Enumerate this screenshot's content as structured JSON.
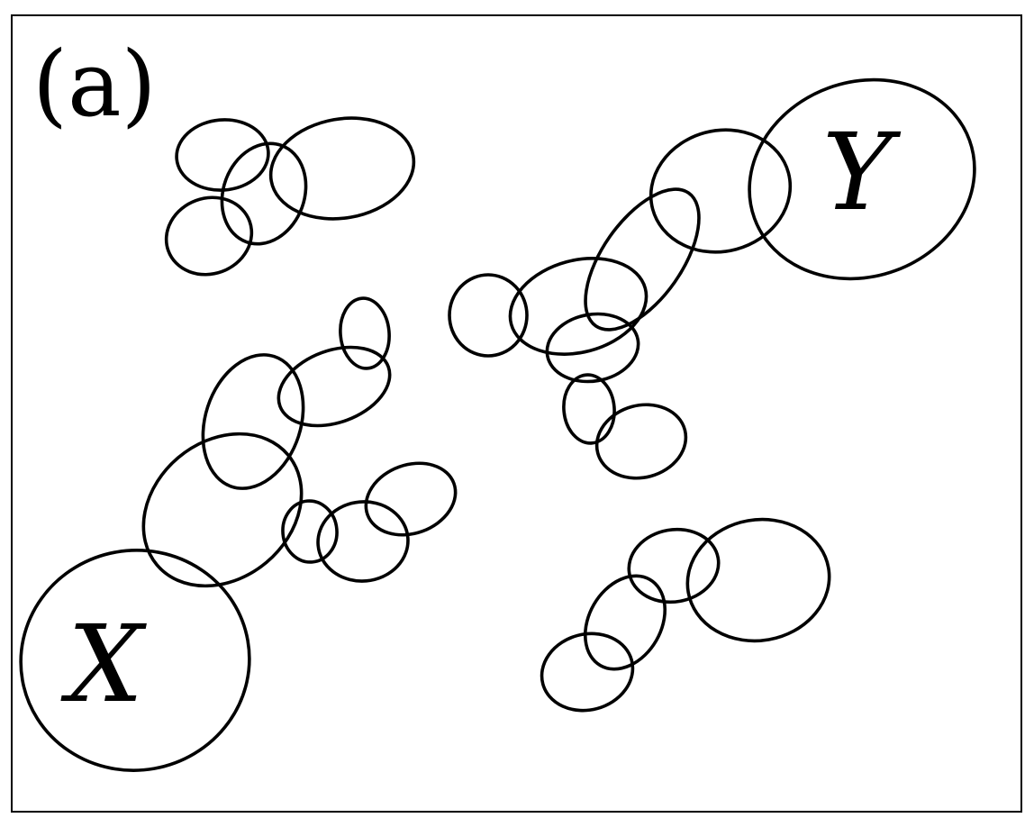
{
  "figure": {
    "panel_label": "(a)",
    "set_x_label": "X",
    "set_y_label": "Y",
    "stroke_color": "#000000",
    "background_color": "#ffffff"
  }
}
